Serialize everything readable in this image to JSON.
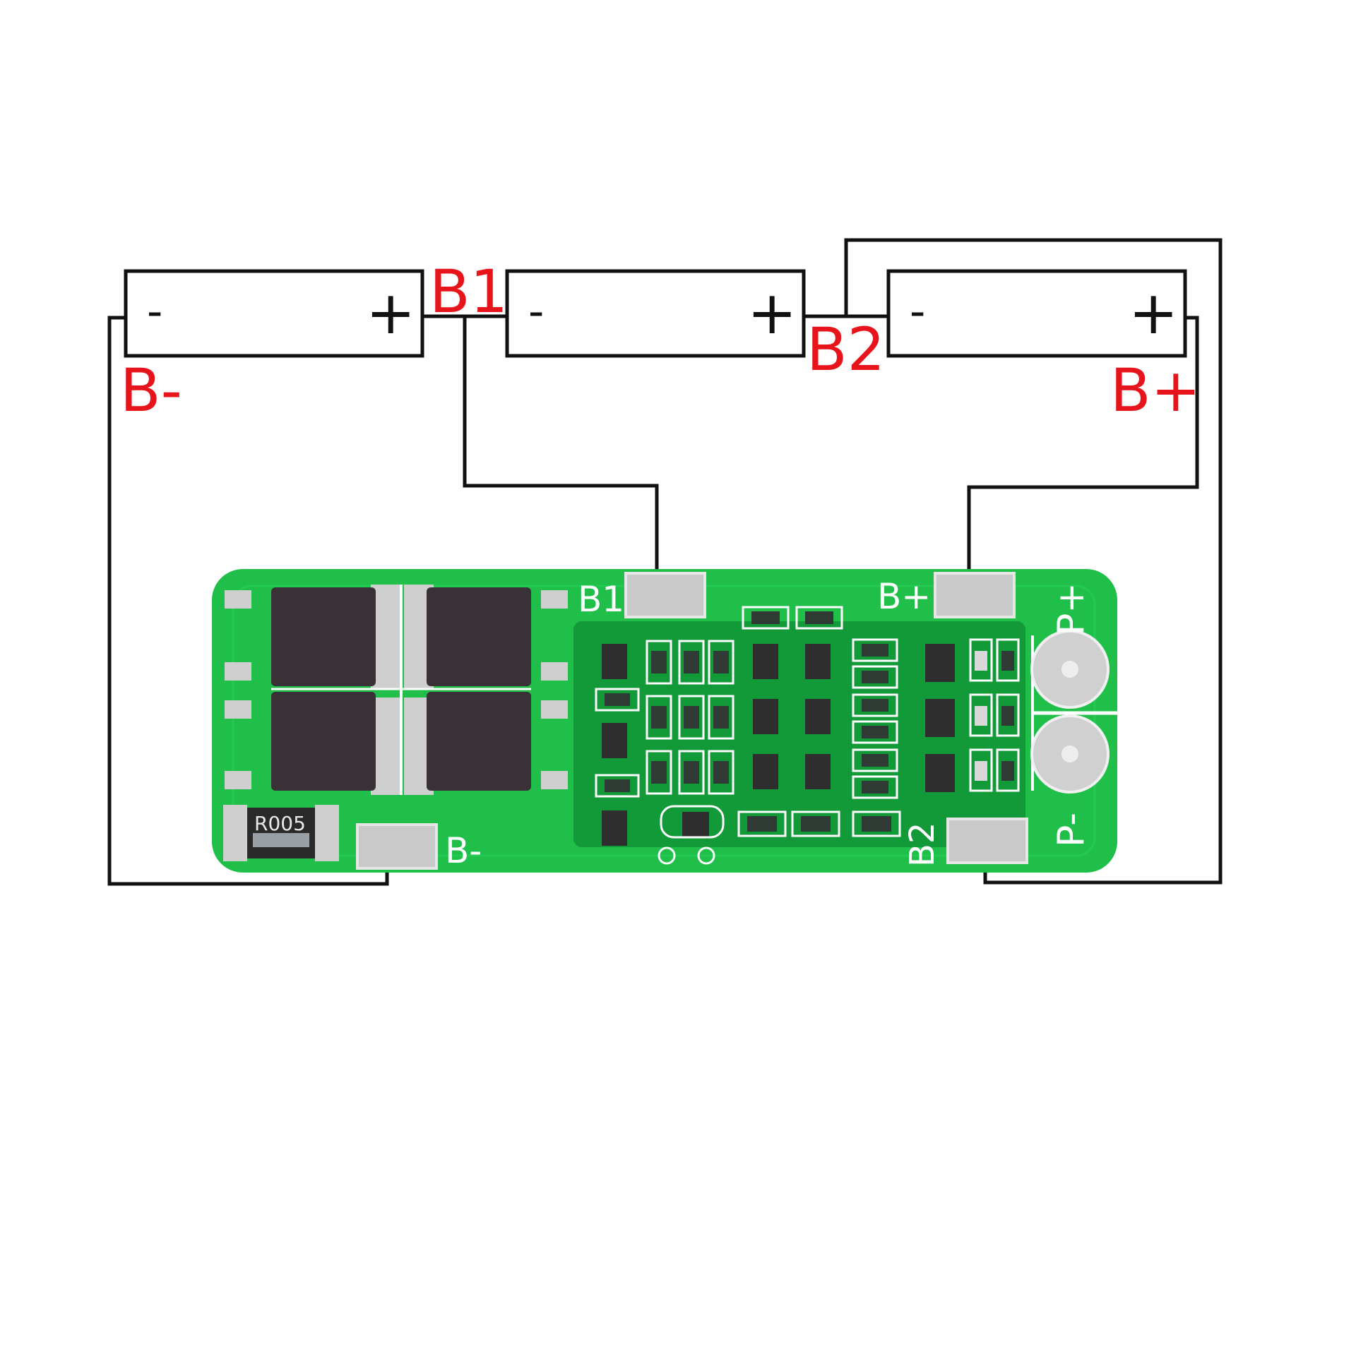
{
  "diagram": {
    "labels": {
      "b_minus_top": "B-",
      "b1_top": "B1",
      "b2_top": "B2",
      "b_plus_top": "B+",
      "cell_minus": "-",
      "cell_plus": "+"
    },
    "board": {
      "b1_silk": "B1",
      "b_plus_silk": "B+",
      "b_minus_silk": "B-",
      "b2_silk": "B2",
      "p_plus_silk": "P+",
      "p_minus_silk": "P-",
      "resistor_marking": "R005"
    },
    "colors": {
      "label_red": "#e8141b",
      "pcb_green": "#1fbf4a",
      "pcb_dark_green": "#129a38",
      "wire_black": "#111111"
    }
  }
}
